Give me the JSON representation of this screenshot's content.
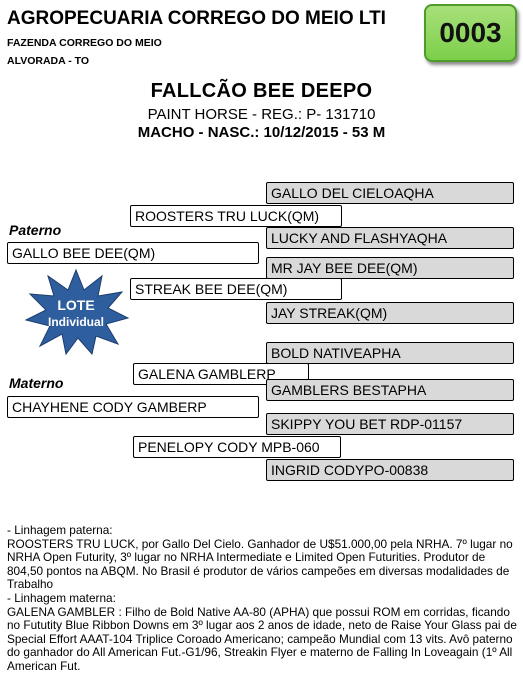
{
  "header": {
    "farm_name": "AGROPECUARIA CORREGO DO MEIO LTI",
    "farm": "FAZENDA CORREGO DO MEIO",
    "city": "ALVORADA - TO",
    "lot_number": "0003"
  },
  "horse": {
    "name": "FALLCÃO BEE DEEPO",
    "breed_reg": "PAINT HORSE -  REG.: P- 131710",
    "sex_birth": "MACHO - NASC.: 10/12/2015 - 53 M"
  },
  "pedigree": {
    "paterno_label": "Paterno",
    "materno_label": "Materno",
    "sire": "GALLO BEE DEE(QM)",
    "sire_sire": "ROOSTERS TRU LUCK(QM)",
    "sire_dam": "STREAK BEE DEE(QM)",
    "sire_sire_sire": "GALLO DEL CIELOAQHA",
    "sire_sire_dam": "LUCKY AND FLASHYAQHA",
    "sire_dam_sire": "MR JAY BEE DEE(QM)",
    "sire_dam_dam": "JAY STREAK(QM)",
    "dam": "CHAYHENE CODY GAMBERP",
    "dam_sire": "GALENA GAMBLERP",
    "dam_dam": "PENELOPY CODY MPB-060",
    "dam_sire_sire": "BOLD NATIVEAPHA",
    "dam_sire_dam": "GAMBLERS BESTAPHA",
    "dam_dam_sire": "SKIPPY YOU BET RDP-01157",
    "dam_dam_dam": "INGRID CODYPO-00838"
  },
  "badge": {
    "line1": "LOTE",
    "line2": "Individual",
    "color": "#2f5e9e"
  },
  "notes": {
    "paterna_title": "- Linhagem paterna:",
    "paterna_text": " ROOSTERS TRU LUCK, por Gallo Del Cielo. Ganhador de U$51.000,00 pela NRHA. 7º lugar no NRHA Open Futurity, 3º lugar no NRHA Intermediate e Limited Open Futurities. Produtor de 804,50 pontos na ABQM.  No Brasil é produtor de vários campeões em diversas modalidades de Trabalho",
    "materna_title": "- Linhagem materna:",
    "materna_text": "GALENA GAMBLER : Filho de Bold Native AA-80 (APHA) que possui ROM em corridas, ficando no Fututity Blue Ribbon Downs em 3º lugar aos 2 anos de idade, neto de Raise Your Glass pai de Special Effort AAAT-104 Triplice Coroado Americano; campeão Mundial com 13 vits. Avô paterno do ganhador do All American Fut.-G1/96, Streakin Flyer e materno de Falling In Loveagain (1º All American Fut."
  }
}
